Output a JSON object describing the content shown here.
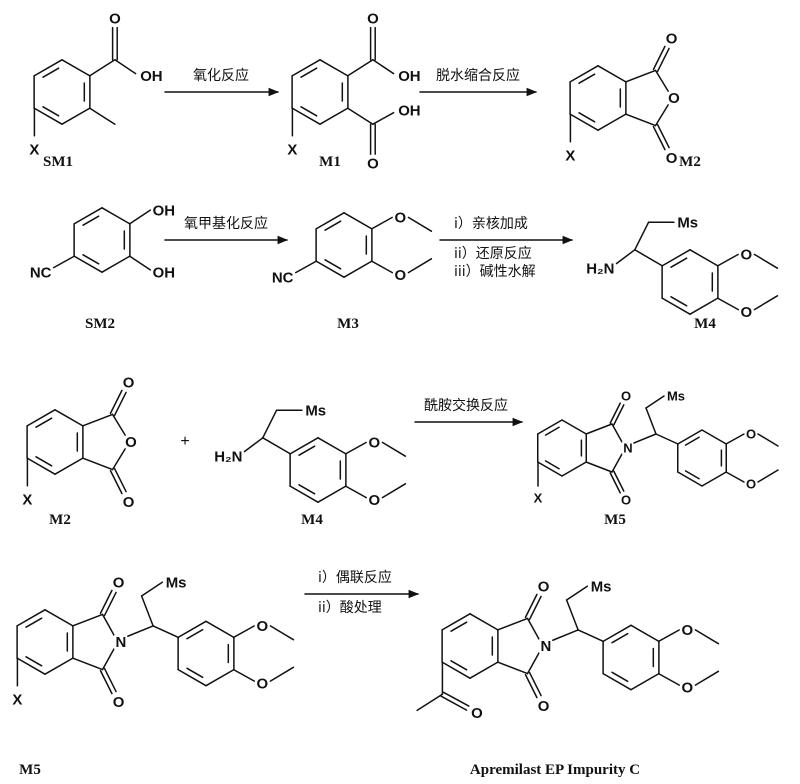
{
  "compounds": {
    "sm1": "SM1",
    "m1": "M1",
    "m2": "M2",
    "sm2": "SM2",
    "m3": "M3",
    "m4": "M4",
    "m5": "M5",
    "product": "Apremilast EP Impurity C"
  },
  "steps": [
    {
      "above": "氧化反应"
    },
    {
      "above": "脱水缩合反应"
    },
    {
      "above": "氧甲基化反应"
    },
    {
      "above": "i）亲核加成",
      "below": [
        "ii）还原反应",
        "iii）碱性水解"
      ]
    },
    {
      "above": "酰胺交换反应"
    },
    {
      "above": "i）偶联反应",
      "below": [
        "ii）酸处理"
      ]
    }
  ],
  "plus": "+",
  "atoms": {
    "O": "O",
    "OH": "OH",
    "X": "X",
    "NC": "NC",
    "H2N": "H₂N",
    "Ms": "Ms",
    "N": "N"
  }
}
